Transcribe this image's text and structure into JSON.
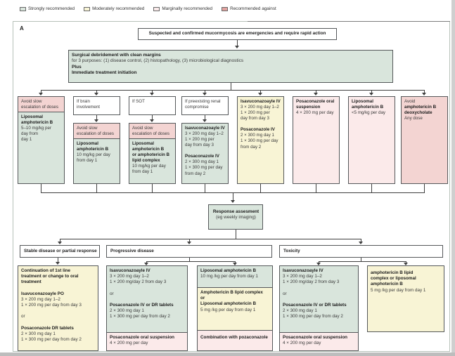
{
  "panel_label": "A",
  "legend": {
    "items": [
      {
        "label": "Strongly recommended",
        "color": "#d9e5dc"
      },
      {
        "label": "Moderately recommended",
        "color": "#f8f4d5"
      },
      {
        "label": "Marginally recommended",
        "color": "#fbeaea"
      },
      {
        "label": "Recommended against",
        "color": "#e2a3a0"
      }
    ]
  },
  "emergency_box": {
    "text": "Suspected and confirmed mucormycosis are emergencies and require rapid action"
  },
  "surgical_box": {
    "lines": [
      {
        "t": "Surgical debridement with clean margins",
        "b": 1
      },
      {
        "t": "for 3 purposes: (1) disease control, (2) histopathology, (3) microbiological diagnostics",
        "b": 0
      },
      {
        "t": "Plus",
        "b": 1
      },
      {
        "t": "Immediate treatment initiation",
        "b": 1
      }
    ]
  },
  "columns": [
    {
      "condition": null,
      "segments": [
        {
          "tone": "pinkd",
          "lines": [
            {
              "t": "Avoid slow",
              "b": 0
            },
            {
              "t": "escalation of doses",
              "b": 0
            }
          ]
        },
        {
          "tone": "green",
          "lines": [
            {
              "t": "Liposomal",
              "b": 1
            },
            {
              "t": "amphotericin B",
              "b": 1
            },
            {
              "t": "5–10 mg/kg per",
              "b": 0
            },
            {
              "t": "day from",
              "b": 0
            },
            {
              "t": "day 1",
              "b": 0
            }
          ]
        }
      ]
    },
    {
      "condition": [
        {
          "t": "If brain",
          "b": 0
        },
        {
          "t": "involvement",
          "b": 0
        }
      ],
      "segments": [
        {
          "tone": "pinkd",
          "lines": [
            {
              "t": "Avoid slow",
              "b": 0
            },
            {
              "t": "escalation of doses",
              "b": 0
            }
          ]
        },
        {
          "tone": "green",
          "lines": [
            {
              "t": "Liposomal",
              "b": 1
            },
            {
              "t": "amphotericin B",
              "b": 1
            },
            {
              "t": "10 mg/kg per day",
              "b": 0
            },
            {
              "t": "from day 1",
              "b": 0
            }
          ]
        }
      ]
    },
    {
      "condition": [
        {
          "t": "If SOT",
          "b": 0
        }
      ],
      "segments": [
        {
          "tone": "pinkd",
          "lines": [
            {
              "t": "Avoid slow",
              "b": 0
            },
            {
              "t": "escalation of doses",
              "b": 0
            }
          ]
        },
        {
          "tone": "green",
          "lines": [
            {
              "t": "Liposomal",
              "b": 1
            },
            {
              "t": "amphotericin B",
              "b": 1
            },
            {
              "t": "or amphotericin B",
              "b": 1
            },
            {
              "t": "lipid complex",
              "b": 1
            },
            {
              "t": "10 mg/kg per day",
              "b": 0
            },
            {
              "t": "from day 1",
              "b": 0
            }
          ]
        }
      ]
    },
    {
      "condition": [
        {
          "t": "If preexisting renal",
          "b": 0
        },
        {
          "t": "compromise",
          "b": 0
        }
      ],
      "segments": [
        {
          "tone": "green",
          "lines": [
            {
              "t": "Isavuconazoayle IV",
              "b": 1
            },
            {
              "t": "3 × 200 mg day 1–2",
              "b": 0
            },
            {
              "t": "1 × 200 mg per",
              "b": 0
            },
            {
              "t": "day from day 3",
              "b": 0
            },
            {
              "t": "",
              "b": 0
            },
            {
              "t": "Posaconazole IV",
              "b": 1
            },
            {
              "t": "2 × 300 mg day 1",
              "b": 0
            },
            {
              "t": "1 × 300 mg per day",
              "b": 0
            },
            {
              "t": "from day 2",
              "b": 0
            }
          ]
        }
      ]
    },
    {
      "condition": null,
      "segments": [
        {
          "tone": "yellow",
          "lines": [
            {
              "t": "Isavuconazoayle IV",
              "b": 1
            },
            {
              "t": "3 × 200 mg day 1–2",
              "b": 0
            },
            {
              "t": "1 × 200 mg per",
              "b": 0
            },
            {
              "t": "day from day 3",
              "b": 0
            },
            {
              "t": "",
              "b": 0
            },
            {
              "t": "Posaconazole IV",
              "b": 1
            },
            {
              "t": "2 × 300 mg day 1",
              "b": 0
            },
            {
              "t": "1 × 300 mg per day",
              "b": 0
            },
            {
              "t": "from day 2",
              "b": 0
            }
          ]
        }
      ]
    },
    {
      "condition": null,
      "segments": [
        {
          "tone": "pinkl",
          "lines": [
            {
              "t": "Posaconazole oral",
              "b": 1
            },
            {
              "t": "suspension",
              "b": 1
            },
            {
              "t": "4 × 200 mg per day",
              "b": 0
            }
          ]
        }
      ]
    },
    {
      "condition": null,
      "segments": [
        {
          "tone": "pinkl",
          "lines": [
            {
              "t": "Liposomal",
              "b": 1
            },
            {
              "t": "amphotericin B",
              "b": 1
            },
            {
              "t": "<5 mg/kg per day",
              "b": 0
            }
          ]
        }
      ]
    },
    {
      "condition": null,
      "segments": [
        {
          "tone": "pinkd",
          "lines": [
            {
              "t": "Avoid",
              "b": 0
            },
            {
              "t": "amphotericin B",
              "b": 1
            },
            {
              "t": "deoxycholate",
              "b": 1
            },
            {
              "t": "Any dose",
              "b": 0
            }
          ]
        }
      ]
    }
  ],
  "response_box": {
    "lines": [
      {
        "t": "Response assesment",
        "b": 1
      },
      {
        "t": "(eg weekly imaging)",
        "b": 0
      }
    ]
  },
  "outcomes": [
    {
      "label": "Stable disease or partial response"
    },
    {
      "label": "Progressive disease"
    },
    {
      "label": "Toxicity"
    }
  ],
  "bottom_boxes": [
    {
      "segments": [
        {
          "tone": "yellow",
          "lines": [
            {
              "t": "Continuation of 1st line",
              "b": 1
            },
            {
              "t": "treatment or change to oral",
              "b": 1
            },
            {
              "t": "treatment",
              "b": 1
            },
            {
              "t": "",
              "b": 0
            },
            {
              "t": "Isavuconazoayle PO",
              "b": 1
            },
            {
              "t": "3 × 200 mg day 1–2",
              "b": 0
            },
            {
              "t": "1 × 200 mg per day from day 3",
              "b": 0
            },
            {
              "t": "",
              "b": 0
            },
            {
              "t": "or",
              "b": 0
            },
            {
              "t": "",
              "b": 0
            },
            {
              "t": "Posaconazole DR tablets",
              "b": 1
            },
            {
              "t": "2 × 300 mg day 1",
              "b": 0
            },
            {
              "t": "1 × 300 mg per day from day 2",
              "b": 0
            }
          ]
        }
      ]
    },
    {
      "segments": [
        {
          "tone": "green",
          "lines": [
            {
              "t": "Isavuconazoayle IV",
              "b": 1
            },
            {
              "t": "3 × 200 mg day 1–2",
              "b": 0
            },
            {
              "t": "1 × 200 mg/day 2 from day 3",
              "b": 0
            },
            {
              "t": "",
              "b": 0
            },
            {
              "t": "or",
              "b": 0
            },
            {
              "t": "",
              "b": 0
            },
            {
              "t": "Posaconazole IV or DR tablets",
              "b": 1
            },
            {
              "t": "2 × 300 mg day 1",
              "b": 0
            },
            {
              "t": "1 × 300 mg per day from day 2",
              "b": 0
            }
          ]
        },
        {
          "tone": "pinkl",
          "lines": [
            {
              "t": "Posaconazole oral suspension",
              "b": 1
            },
            {
              "t": "4 × 200 mg per day",
              "b": 0
            }
          ]
        }
      ]
    },
    {
      "segments": [
        {
          "tone": "green",
          "lines": [
            {
              "t": "Liposomal amphotericin B",
              "b": 1
            },
            {
              "t": "10 mg /kg per day from day 1",
              "b": 0
            }
          ]
        },
        {
          "tone": "yellow",
          "lines": [
            {
              "t": "Amphotericin B lipid complex",
              "b": 1
            },
            {
              "t": "or",
              "b": 1
            },
            {
              "t": "Liposomal amphotericin B",
              "b": 1
            },
            {
              "t": "5 mg /kg per day from day 1",
              "b": 0
            }
          ]
        },
        {
          "tone": "pinkl",
          "lines": [
            {
              "t": "Combination with pozaconazole",
              "b": 1
            }
          ]
        }
      ]
    },
    {
      "segments": [
        {
          "tone": "green",
          "lines": [
            {
              "t": "Isavuconazoayle IV",
              "b": 1
            },
            {
              "t": "3 × 200 mg day 1–2",
              "b": 0
            },
            {
              "t": "1 × 200 mg/day 2 from day 3",
              "b": 0
            },
            {
              "t": "",
              "b": 0
            },
            {
              "t": "or",
              "b": 0
            },
            {
              "t": "",
              "b": 0
            },
            {
              "t": "Posaconazole IV or DR tablets",
              "b": 1
            },
            {
              "t": "2 × 300 mg day 1",
              "b": 0
            },
            {
              "t": "1 × 300 mg per day from day 2",
              "b": 0
            }
          ]
        },
        {
          "tone": "pinkl",
          "lines": [
            {
              "t": "Posaconazole oral suspension",
              "b": 1
            },
            {
              "t": "4 × 200 mg per day",
              "b": 0
            }
          ]
        }
      ]
    },
    {
      "segments": [
        {
          "tone": "yellow",
          "lines": [
            {
              "t": "amphotericin B lipid",
              "b": 1
            },
            {
              "t": "complex or liposomal",
              "b": 1
            },
            {
              "t": "amphotericin B",
              "b": 1
            },
            {
              "t": "5 mg /kg per day from day 1",
              "b": 0
            }
          ]
        }
      ]
    }
  ]
}
